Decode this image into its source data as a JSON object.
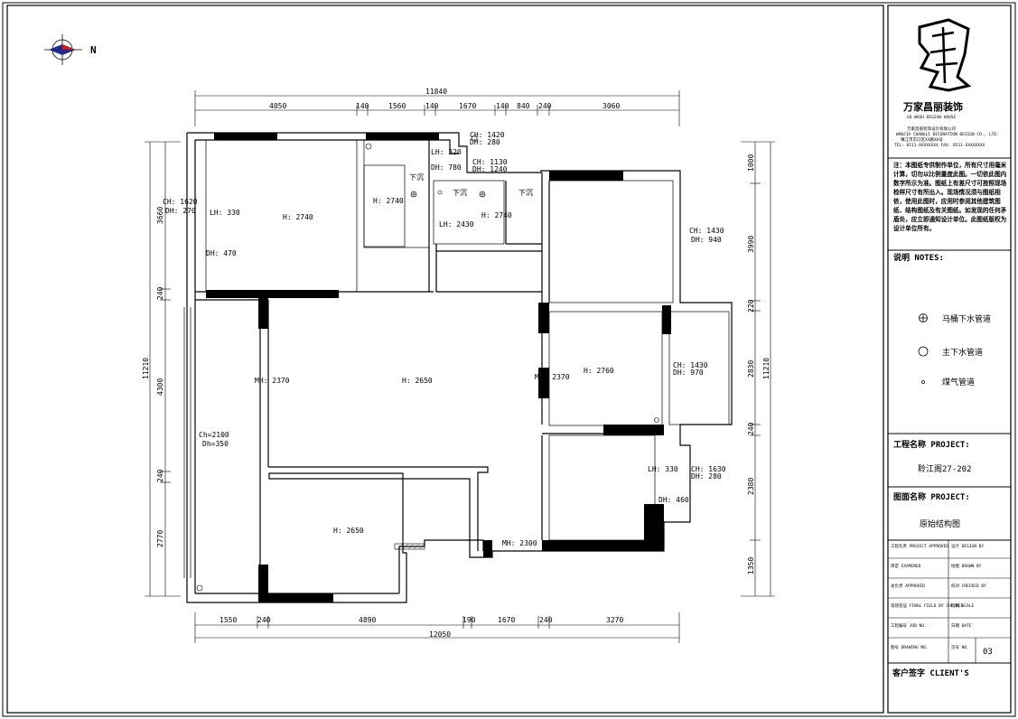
{
  "compass": {
    "north_label": "N"
  },
  "dimensions": {
    "top_total": "11840",
    "top_segments": [
      "4050",
      "140",
      "1560",
      "140",
      "1670",
      "140",
      "840",
      "240",
      "3060"
    ],
    "bottom_total": "12050",
    "bottom_segments": [
      "1550",
      "240",
      "4890",
      "190",
      "1670",
      "240",
      "3270"
    ],
    "left_total": "11210",
    "left_segments": [
      "3660",
      "240",
      "4300",
      "240",
      "2770"
    ],
    "right_total": "11210",
    "right_segments": [
      "1000",
      "3990",
      "220",
      "2830",
      "240",
      "2380",
      "1350"
    ]
  },
  "room_labels": {
    "master_bed_h": "H: 2740",
    "master_bed_lh": "LH: 330",
    "master_bed_dh": "DH: 470",
    "master_bed_ch": "CH: 1620",
    "master_bed_dh2": "DH: 270",
    "small_room_h": "H: 2740",
    "small_lh": "LH: 320",
    "small_dh": "DH: 780",
    "xiachen1": "下沉",
    "xiachen2": "下沉",
    "xiachen3": "下沉",
    "kitchen_h": "H: 2740",
    "kitchen_lh": "LH: 2430",
    "ch_top1": "CH: 1420",
    "dh_top1": "DH: 280",
    "ch_top2": "CH: 1130",
    "dh_top2": "DH: 1240",
    "ne_ch": "CH: 1430",
    "ne_dh": "DH: 940",
    "living_h": "H: 2650",
    "living_mh_left": "MH: 2370",
    "living_mh_right": "MH: 2370",
    "east_room_h": "H: 2760",
    "east_ch": "CH: 1430",
    "east_dh": "DH: 970",
    "balcony_ch": "Ch=2100",
    "balcony_dh": "Dh=350",
    "se_lh": "LH: 330",
    "se_dh": "DH: 460",
    "se_ch": "CH: 1630",
    "se_dh2": "DH: 280",
    "dining_h": "H: 2650",
    "door_mh": "MH: 2300"
  },
  "title_block": {
    "company_name": "万家昌丽装饰",
    "company_en": "GD WASH DESIGN HOUSE",
    "company_sub": "万家昌丽装饰设计有限公司",
    "company_sub_en": "WANJIA CHANGLI DECORATION DESIGN CO., LTD.",
    "address": "镇江市京口区XX路XX号",
    "contact": "TEL: 0511-XXXXXXXX  FAX: 0511-XXXXXXXX",
    "note_text": "注：本图纸专供制作单位，所有尺寸用毫米计算，切勿以比例量度此图。一切依此图内数字所示为准。图纸上有差尺寸可按照现场检样尺寸有所出入。现场情况须与图纸相依，使用此图时，应用时参阅其他建筑图纸、结构图纸及有关图纸。如发现的任何矛盾处，应立即通知设计单位。此图纸版权为设计单位所有。",
    "notes_title": "说明  NOTES:",
    "legend": [
      {
        "icon": "toilet-drain-icon",
        "label": "马桶下水管道"
      },
      {
        "icon": "main-drain-icon",
        "label": "主下水管道"
      },
      {
        "icon": "gas-pipe-icon",
        "label": "煤气管道"
      }
    ],
    "project_label": "工程名称 PROJECT:",
    "project_value": "聆江阁27-202",
    "drawing_label": "图面名称 PROJECT:",
    "drawing_value": "原始结构图",
    "rows": [
      [
        "工程负责 PROJECT APPROVED",
        "设计 DESIGN BY"
      ],
      [
        "审定 EXAMINED",
        "绘图 DRAWN BY"
      ],
      [
        "总负责 APPROVED",
        "校对 CHECKED BY"
      ],
      [
        "现场签证 FINAL FIELD BY CHECKED",
        "比例 SCALE"
      ],
      [
        "工程编号 JOB NO.",
        "日期 DATE"
      ],
      [
        "图号 DRAWING NO.",
        "页号 NO."
      ]
    ],
    "page_no": "03",
    "client_label": "客户签字 CLIENT'S"
  }
}
